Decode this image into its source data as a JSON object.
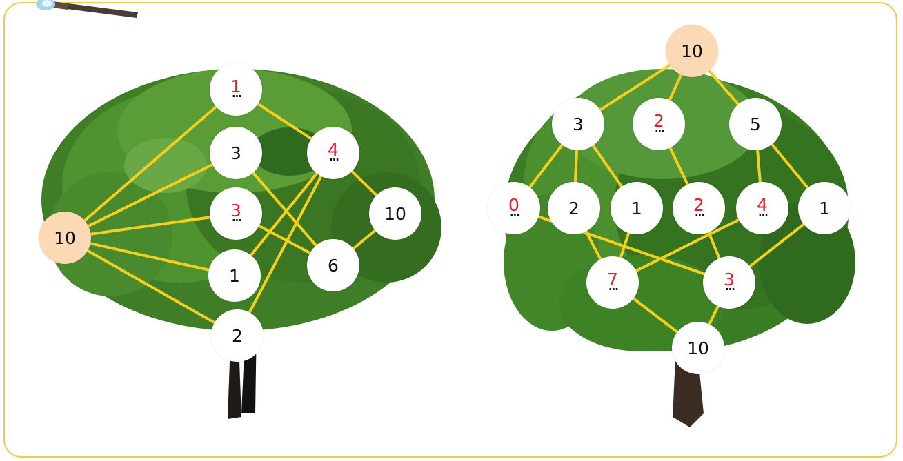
{
  "colors": {
    "edge": "#f6cf1c",
    "answer": "#e0202e",
    "root_fill": "#fbd9b4",
    "frame": "#f4c84a"
  },
  "icons": {
    "decor": "pencil-icon"
  },
  "left_tree": {
    "nodes": [
      {
        "id": "L_root",
        "value": "10",
        "kind": "root"
      },
      {
        "id": "L_a",
        "value": "1",
        "kind": "answer",
        "placeholder": "..."
      },
      {
        "id": "L_b",
        "value": "3",
        "kind": "given"
      },
      {
        "id": "L_c",
        "value": "3",
        "kind": "answer",
        "placeholder": "..."
      },
      {
        "id": "L_d",
        "value": "1",
        "kind": "given"
      },
      {
        "id": "L_e",
        "value": "2",
        "kind": "given"
      },
      {
        "id": "L_f",
        "value": "4",
        "kind": "answer",
        "placeholder": "..."
      },
      {
        "id": "L_g",
        "value": "10",
        "kind": "given"
      },
      {
        "id": "L_h",
        "value": "6",
        "kind": "given"
      }
    ],
    "edges": [
      [
        "L_root",
        "L_a"
      ],
      [
        "L_root",
        "L_b"
      ],
      [
        "L_root",
        "L_c"
      ],
      [
        "L_root",
        "L_d"
      ],
      [
        "L_root",
        "L_e"
      ],
      [
        "L_a",
        "L_f"
      ],
      [
        "L_b",
        "L_h"
      ],
      [
        "L_c",
        "L_h"
      ],
      [
        "L_f",
        "L_d"
      ],
      [
        "L_f",
        "L_e"
      ],
      [
        "L_f",
        "L_g"
      ],
      [
        "L_g",
        "L_h"
      ]
    ]
  },
  "right_tree": {
    "nodes": [
      {
        "id": "R_root",
        "value": "10",
        "kind": "root"
      },
      {
        "id": "R_a",
        "value": "3",
        "kind": "given"
      },
      {
        "id": "R_b",
        "value": "2",
        "kind": "answer",
        "placeholder": "..."
      },
      {
        "id": "R_c",
        "value": "5",
        "kind": "given"
      },
      {
        "id": "R_d",
        "value": "0",
        "kind": "answer",
        "placeholder": "..."
      },
      {
        "id": "R_e",
        "value": "2",
        "kind": "given"
      },
      {
        "id": "R_f",
        "value": "1",
        "kind": "given"
      },
      {
        "id": "R_g",
        "value": "2",
        "kind": "answer",
        "placeholder": "..."
      },
      {
        "id": "R_h",
        "value": "4",
        "kind": "answer",
        "placeholder": "..."
      },
      {
        "id": "R_i",
        "value": "1",
        "kind": "given"
      },
      {
        "id": "R_j",
        "value": "7",
        "kind": "answer",
        "placeholder": "..."
      },
      {
        "id": "R_k",
        "value": "3",
        "kind": "answer",
        "placeholder": "..."
      },
      {
        "id": "R_l",
        "value": "10",
        "kind": "given"
      }
    ],
    "edges": [
      [
        "R_root",
        "R_a"
      ],
      [
        "R_root",
        "R_b"
      ],
      [
        "R_root",
        "R_c"
      ],
      [
        "R_a",
        "R_d"
      ],
      [
        "R_a",
        "R_e"
      ],
      [
        "R_a",
        "R_f"
      ],
      [
        "R_b",
        "R_g"
      ],
      [
        "R_c",
        "R_h"
      ],
      [
        "R_c",
        "R_i"
      ],
      [
        "R_e",
        "R_j"
      ],
      [
        "R_f",
        "R_j"
      ],
      [
        "R_h",
        "R_j"
      ],
      [
        "R_d",
        "R_k"
      ],
      [
        "R_g",
        "R_k"
      ],
      [
        "R_i",
        "R_k"
      ],
      [
        "R_j",
        "R_l"
      ],
      [
        "R_k",
        "R_l"
      ]
    ]
  }
}
